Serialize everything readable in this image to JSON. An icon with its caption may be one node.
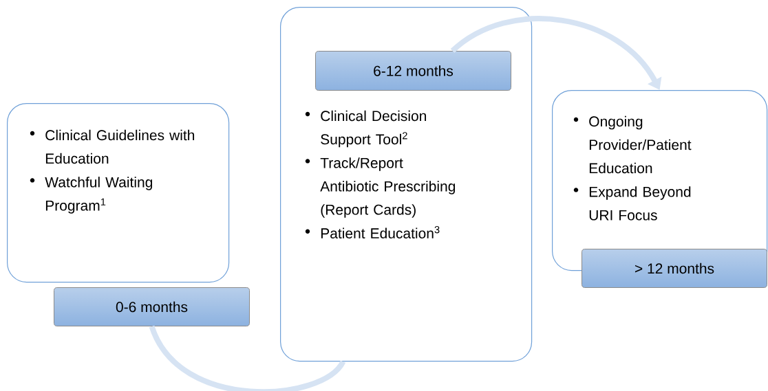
{
  "diagram": {
    "nodes": [
      {
        "text": [
          "Clinical Guidelines with Education",
          "Watchful Waiting Program$^{1}$"
        ]
      },
      {
        "text": [
          "0-6 months"
        ]
      },
      {
        "text": [
          "Clinical Decision Support Tool$^{2}$",
          "Track/Report Antibiotic Prescribing (Report Cards)",
          "Patient Education$^{3}$"
        ]
      },
      {
        "text": [
          "6-12 months"
        ],
        "in": 2
      },
      {
        "text": [
          "Ongoing Provider/Patient Education",
          "Expand Beyond URI Focus"
        ]
      },
      {
        "text": [
          "> 12 months"
        ]
      }
    ],
    "edges": [
      {
        "from": 1,
        "to": 2,
        "arrow": "none"
      },
      {
        "from": 3,
        "to": 4,
        "arrow": "to"
      }
    ]
  }
}
